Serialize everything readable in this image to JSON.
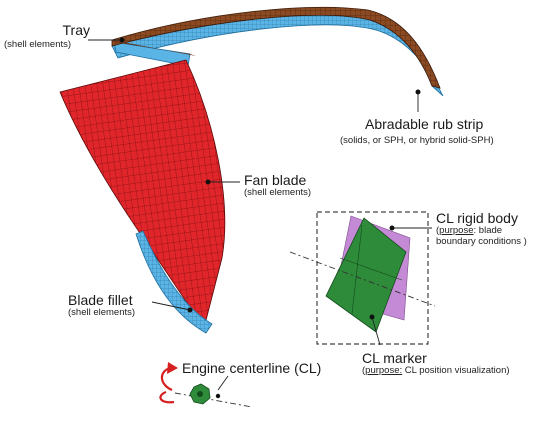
{
  "labels": {
    "tray": {
      "title": "Tray",
      "sub": "(shell elements)"
    },
    "rub_strip": {
      "title": "Abradable rub strip",
      "sub": "(solids, or SPH, or hybrid solid-SPH)"
    },
    "fan_blade": {
      "title": "Fan blade",
      "sub": "(shell elements)"
    },
    "blade_fillet": {
      "title": "Blade fillet",
      "sub": "(shell elements)"
    },
    "cl_rigid_body": {
      "title": "CL rigid body",
      "purpose_word": "purpose",
      "sub_line1": ": blade",
      "sub_line2": "boundary conditions )"
    },
    "cl_marker": {
      "title": "CL marker",
      "purpose_word": "purpose:",
      "sub_rest": " CL position visualization)"
    },
    "engine_centerline": {
      "title": "Engine centerline (CL)"
    }
  },
  "colors": {
    "tray_brown": "#8b4a22",
    "strip_blue": "#5ab4e6",
    "blade_red": "#e0262b",
    "rigid_green": "#2e8b3a",
    "rigid_violet": "#c58ad6",
    "rotation_arrow": "#d62020"
  },
  "icons": {
    "rotation": "curved-arrow-icon",
    "engine": "engine-hub-icon"
  }
}
